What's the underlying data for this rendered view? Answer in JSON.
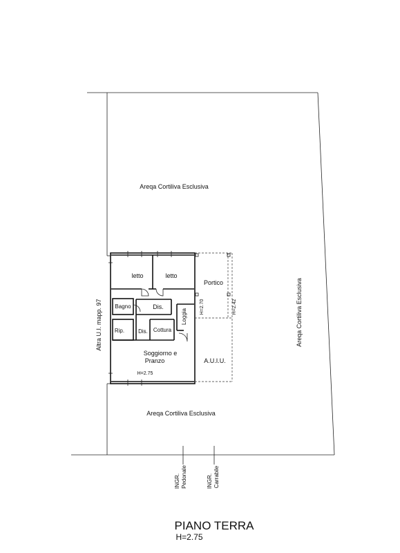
{
  "labels": {
    "area_top": "Areqa Cortiliva Esclusiva",
    "area_bottom": "Areqa Cortiliva Esclusiva",
    "area_right": "Areqa Cortiliva Esclusiva",
    "neighbor": "Altra U.I. mapp. 97",
    "room_letto_1": "letto",
    "room_letto_2": "letto",
    "room_bagno": "Bagno",
    "room_dis_1": "Dis.",
    "room_rip": "Rip.",
    "room_dis_2": "Dis.",
    "room_cottura": "Cottura",
    "room_loggia": "Loggia",
    "room_soggiorno_1": "Soggiorno e",
    "room_soggiorno_2": "Pranzo",
    "height_soggiorno": "H=2.75",
    "room_portico": "Portico",
    "height_portico_1": "H=2.70",
    "height_portico_2": "H=2.42",
    "room_auiu": "A.U.I.U.",
    "entry_pedonale_1": "INGR.",
    "entry_pedonale_2": "Pedonale",
    "entry_carrabile_1": "INGR.",
    "entry_carrabile_2": "Carrabile"
  },
  "title": {
    "main": "PIANO TERRA",
    "height": "H=2.75"
  }
}
